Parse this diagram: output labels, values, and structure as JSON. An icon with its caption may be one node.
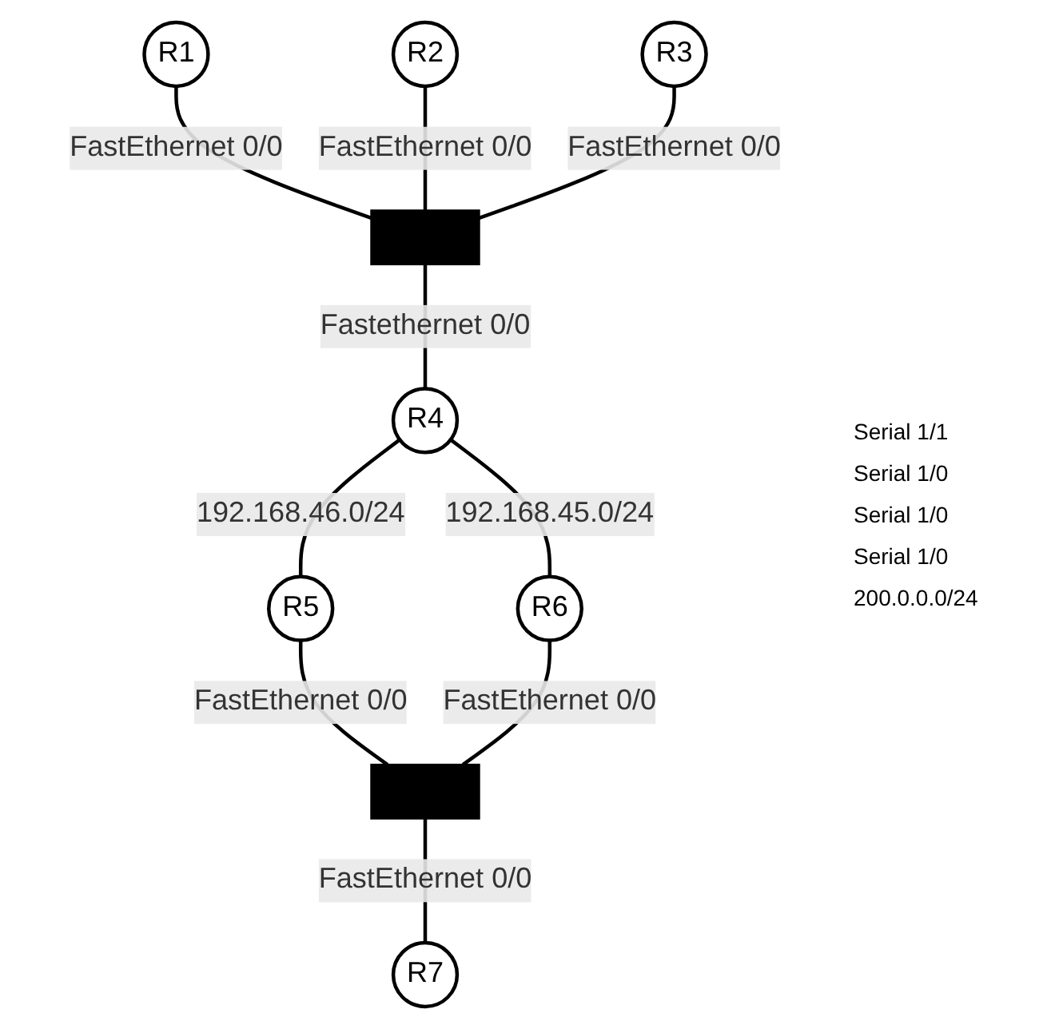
{
  "diagram": {
    "nodes": [
      {
        "text": [
          "R1"
        ]
      },
      {
        "text": [
          "R2"
        ]
      },
      {
        "text": [
          "R3"
        ]
      },
      {
        "text": [],
        "shape": "bar"
      },
      {
        "text": [
          "R4"
        ]
      },
      {
        "text": [
          "R5"
        ]
      },
      {
        "text": [
          "R6"
        ]
      },
      {
        "text": [],
        "shape": "bar"
      },
      {
        "text": [
          "R7"
        ]
      }
    ],
    "edges": [
      {
        "from": 0,
        "to": 3,
        "arrow": "none",
        "label": "FastEthernet 0/0"
      },
      {
        "from": 1,
        "to": 3,
        "arrow": "none",
        "label": "FastEthernet 0/0"
      },
      {
        "from": 2,
        "to": 3,
        "arrow": "none",
        "label": "FastEthernet 0/0"
      },
      {
        "from": 3,
        "to": 4,
        "arrow": "none",
        "label": "Fastethernet 0/0"
      },
      {
        "from": 4,
        "to": 5,
        "arrow": "none",
        "label": "192.168.46.0/24"
      },
      {
        "from": 4,
        "to": 6,
        "arrow": "none",
        "label": "192.168.45.0/24"
      },
      {
        "from": 5,
        "to": 7,
        "arrow": "none",
        "label": "FastEthernet 0/0"
      },
      {
        "from": 6,
        "to": 7,
        "arrow": "none",
        "label": "FastEthernet 0/0"
      },
      {
        "from": 7,
        "to": 8,
        "arrow": "none",
        "label": "FastEthernet 0/0"
      }
    ],
    "labels": [
      "Serial 1/1",
      "Serial 1/0",
      "Serial 1/0",
      "Serial 1/0",
      "200.0.0.0/24"
    ]
  }
}
